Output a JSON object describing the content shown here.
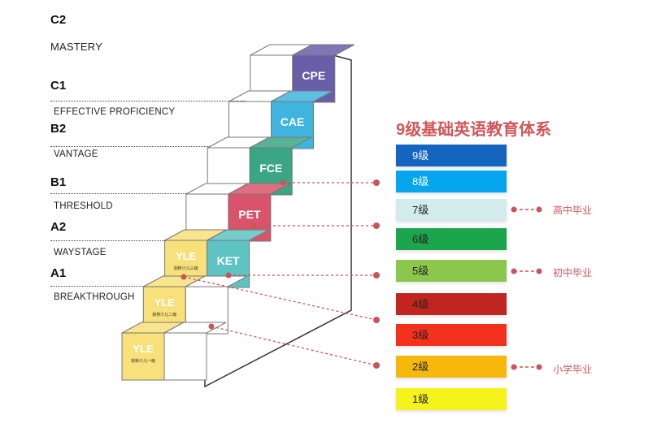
{
  "cefr_levels": [
    {
      "code": "C2",
      "name": "MASTERY"
    },
    {
      "code": "C1",
      "name": "EFFECTIVE PROFICIENCY"
    },
    {
      "code": "B2",
      "name": "VANTAGE"
    },
    {
      "code": "B1",
      "name": "THRESHOLD"
    },
    {
      "code": "A2",
      "name": "WAYSTAGE"
    },
    {
      "code": "A1",
      "name": "BREAKTHROUGH"
    }
  ],
  "exams": {
    "cpe": "CPE",
    "cae": "CAE",
    "fce": "FCE",
    "pet": "PET",
    "ket": "KET",
    "yle": "YLE",
    "yle_sub": [
      "剑桥少儿一级",
      "剑桥少儿二级",
      "剑桥少儿三级"
    ]
  },
  "system_title": "9级基础英语教育体系",
  "grades": [
    {
      "label": "9级",
      "color": "#1565c0",
      "text": "#fff"
    },
    {
      "label": "8级",
      "color": "#05a6ee",
      "text": "#fff"
    },
    {
      "label": "7级",
      "color": "#d2ebeb",
      "text": "#222"
    },
    {
      "label": "6级",
      "color": "#1ba54c",
      "text": "#222"
    },
    {
      "label": "5级",
      "color": "#8cc74d",
      "text": "#222"
    },
    {
      "label": "4级",
      "color": "#c0261f",
      "text": "#222"
    },
    {
      "label": "3级",
      "color": "#f4311c",
      "text": "#222"
    },
    {
      "label": "2级",
      "color": "#f5b80b",
      "text": "#222"
    },
    {
      "label": "1级",
      "color": "#f6f21c",
      "text": "#222"
    }
  ],
  "milestones": {
    "high": "高中毕业",
    "middle": "初中毕业",
    "primary": "小学毕业"
  },
  "colors": {
    "accent": "#d0575a",
    "yle": "#f8e07a",
    "ket": "#5ec3c3",
    "pet": "#d9546a",
    "fce": "#3aa684",
    "cae": "#3fb4de",
    "cpe": "#6a5ea8"
  }
}
